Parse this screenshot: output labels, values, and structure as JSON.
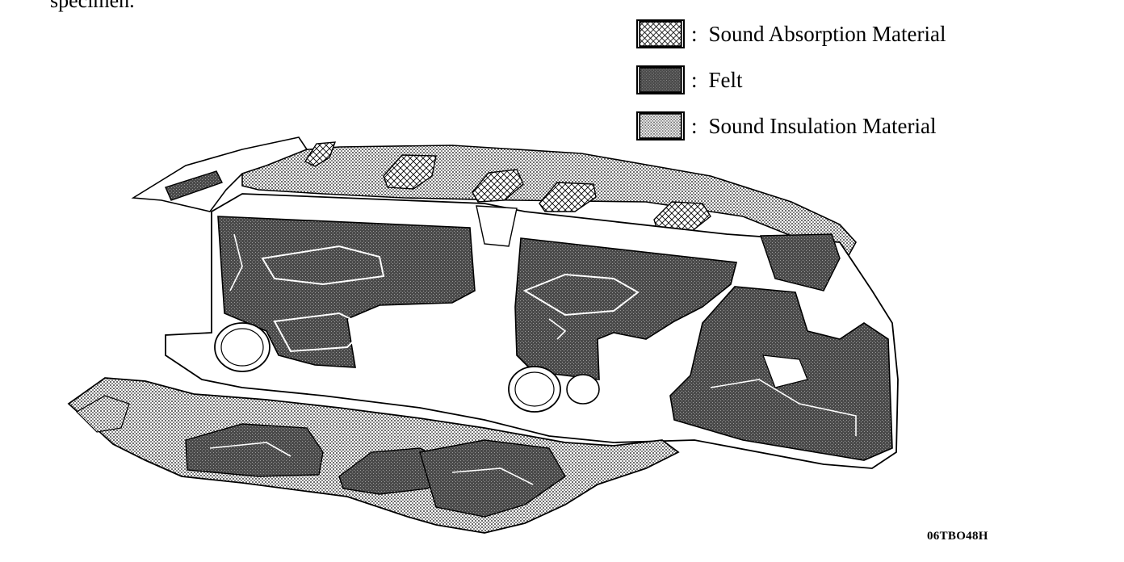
{
  "header_fragment": "specimen.",
  "legend": {
    "items": [
      {
        "pattern": "crosshatch",
        "label": "Sound Absorption Material"
      },
      {
        "pattern": "dark",
        "label": "Felt"
      },
      {
        "pattern": "dotted",
        "label": "Sound Insulation Material"
      }
    ],
    "separator": ":"
  },
  "diagram_code": "06TBO48H",
  "colors": {
    "ink": "#000000",
    "felt": "#555555",
    "insulation": "#a8a8a8",
    "paper": "#ffffff"
  }
}
